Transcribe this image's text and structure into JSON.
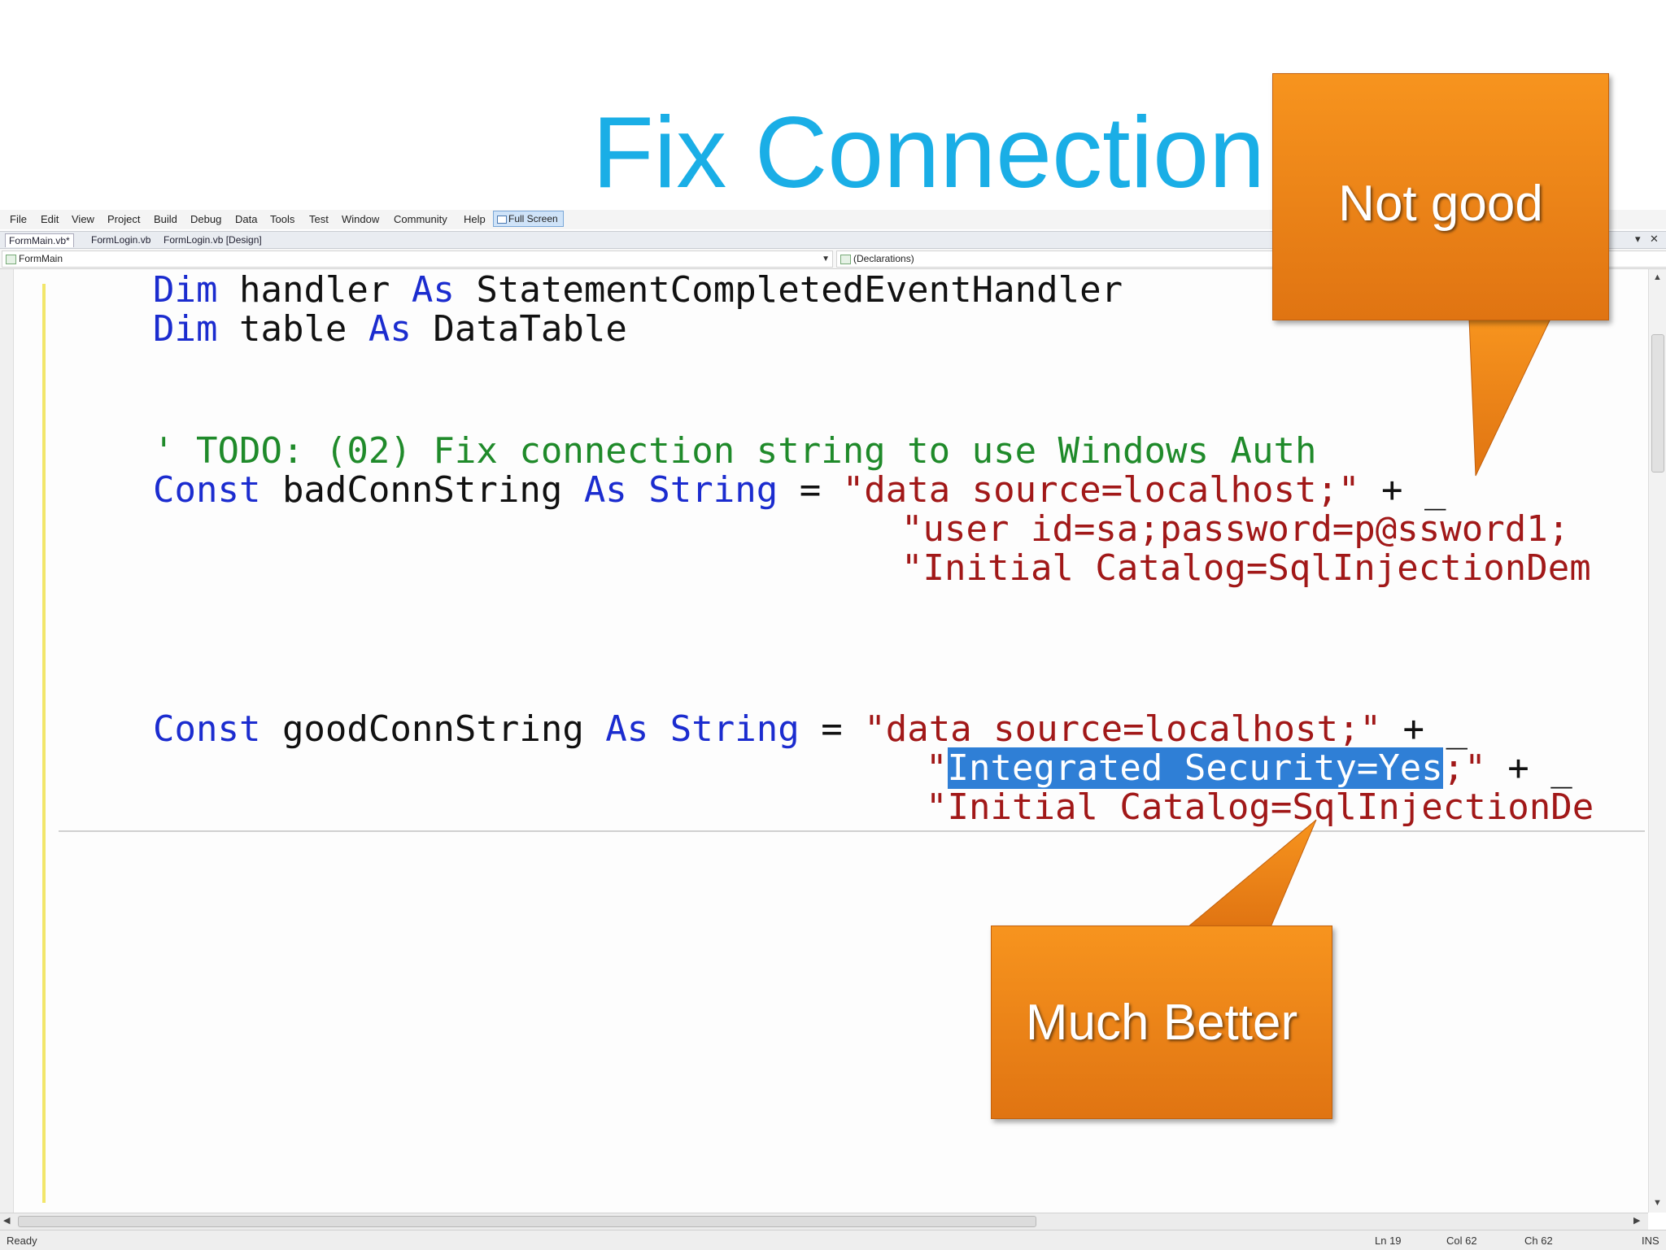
{
  "slide": {
    "title": "Fix Connection"
  },
  "menu": [
    "File",
    "Edit",
    "View",
    "Project",
    "Build",
    "Debug",
    "Data",
    "Tools",
    "Test",
    "Window",
    "Community",
    "Help"
  ],
  "toolbar": {
    "fullscreen_label": "Full Screen"
  },
  "tabs": {
    "items": [
      "FormMain.vb*",
      "FormLogin.vb",
      "FormLogin.vb [Design]"
    ],
    "close_glyph": "✕",
    "pin_glyph": "▾"
  },
  "nav": {
    "class_dropdown": "FormMain",
    "member_dropdown": "(Declarations)"
  },
  "code": {
    "l1": {
      "k1": "Dim",
      "t1": " handler ",
      "k2": "As",
      "t2": " StatementCompletedEventHandler"
    },
    "l2": {
      "k1": "Dim",
      "t1": " table ",
      "k2": "As",
      "t2": " DataTable"
    },
    "comment": "' TODO: (02) Fix connection string to use Windows Auth",
    "bad": {
      "k1": "Const",
      "t1": " badConnString ",
      "k2": "As",
      "t2": " ",
      "k3": "String",
      "t3": " = ",
      "s1": "\"data source=localhost;\"",
      "t4": " + _",
      "s2": "\"user id=sa;password=p@ssword1;",
      "s3": "\"Initial Catalog=SqlInjectionDem"
    },
    "good": {
      "k1": "Const",
      "t1": " goodConnString ",
      "k2": "As",
      "t2": " ",
      "k3": "String",
      "t3": " = ",
      "s1": "\"data source=localhost;\"",
      "t4": " + _",
      "q": "\"",
      "sel": "Integrated Security=Yes",
      "s2b": ";\"",
      "t5": " + _",
      "s3": "\"Initial Catalog=SqlInjectionDe"
    }
  },
  "status": {
    "ready": "Ready",
    "line": "Ln 19",
    "col": "Col 62",
    "ch": "Ch 62",
    "mode": "INS"
  },
  "callouts": {
    "bad": "Not good",
    "good": "Much Better"
  },
  "colors": {
    "title": "#1aaee6",
    "callout": "#f7941e",
    "keyword": "#1b2ccf",
    "string": "#a11818",
    "comment": "#1f8a2a",
    "selection": "#2f7fd6"
  }
}
